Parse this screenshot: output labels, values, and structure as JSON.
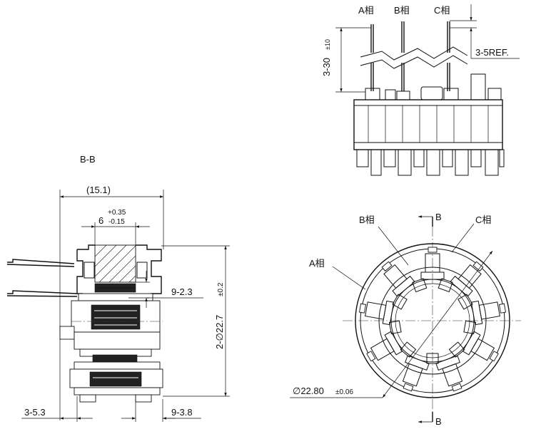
{
  "labels": {
    "phase_a": "A相",
    "phase_b": "B相",
    "phase_c": "C相",
    "section_mark": "B",
    "section_title": "B-B"
  },
  "dimensions": {
    "pin_length": "3-30",
    "pin_length_tol": "±10",
    "pin_ref": "3-5REF.",
    "overall_width": "(15.1)",
    "core_width": "6",
    "core_width_tol_upper": "+0.35",
    "core_width_tol_lower": "-0.15",
    "slot_top": "9-2.3",
    "height_dia": "2-∅22.7",
    "height_dia_tol": "±0.2",
    "pin_offset": "3-5.3",
    "slot_bottom": "9-3.8",
    "outer_dia": "∅22.80",
    "outer_dia_tol": "±0.06"
  }
}
